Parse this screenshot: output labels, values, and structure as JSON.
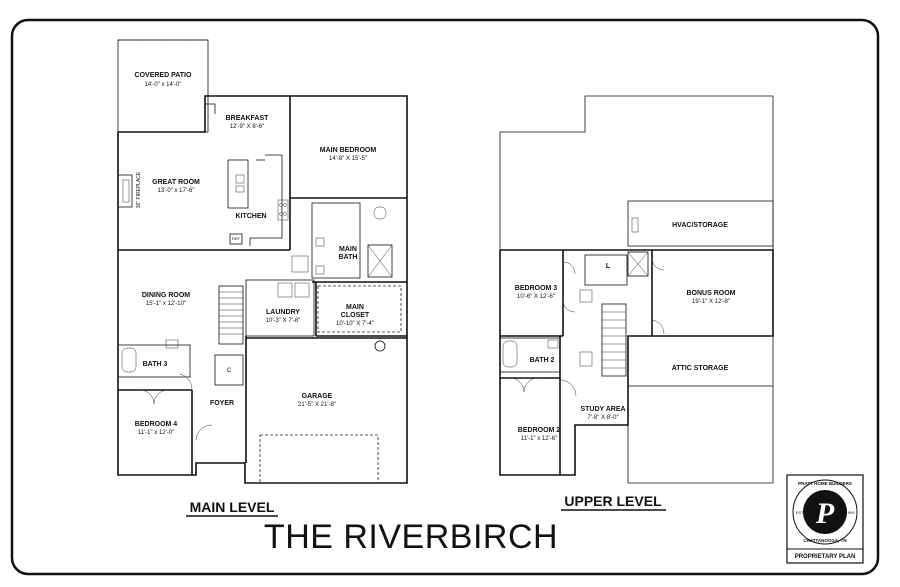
{
  "title": "THE RIVERBIRCH",
  "levels": {
    "main_label": "MAIN LEVEL",
    "upper_label": "UPPER LEVEL"
  },
  "main_rooms": {
    "covered_patio": {
      "name": "COVERED PATIO",
      "dims": "14'-0\" x 14'-0\""
    },
    "breakfast": {
      "name": "BREAKFAST",
      "dims": "12'-9\" X 8'-6\""
    },
    "main_bedroom": {
      "name": "MAIN BEDROOM",
      "dims": "14'-8\" X 15'-5\""
    },
    "great_room": {
      "name": "GREAT ROOM",
      "dims": "13'-0\" x 17'-6\""
    },
    "fireplace": {
      "name": "36\" FIREPLACE"
    },
    "kitchen": {
      "name": "KITCHEN"
    },
    "main_bath_1": {
      "name": "MAIN"
    },
    "main_bath_2": {
      "name": "BATH"
    },
    "dining_room": {
      "name": "DINING ROOM",
      "dims": "15'-1\" x 12'-10\""
    },
    "laundry": {
      "name": "LAUNDRY",
      "dims": "10'-3\" X 7'-8\""
    },
    "main_closet_1": {
      "name": "MAIN"
    },
    "main_closet_2": {
      "name": "CLOSET",
      "dims": "10'-10\" X 7'-4\""
    },
    "bath3": {
      "name": "BATH 3"
    },
    "foyer": {
      "name": "FOYER"
    },
    "garage": {
      "name": "GARAGE",
      "dims": "21'-5\" X 21'-8\""
    },
    "bedroom4": {
      "name": "BEDROOM 4",
      "dims": "11'-1\" x 12'-0\""
    },
    "closet_c": {
      "name": "C"
    },
    "ref": {
      "name": "REF"
    }
  },
  "upper_rooms": {
    "hvac": {
      "name": "HVAC/STORAGE"
    },
    "bedroom3": {
      "name": "BEDROOM 3",
      "dims": "10'-6\" X 12'-6\""
    },
    "linen": {
      "name": "L"
    },
    "bonus_room": {
      "name": "BONUS ROOM",
      "dims": "19'-1\" X 12'-8\""
    },
    "bath2": {
      "name": "BATH 2"
    },
    "attic": {
      "name": "ATTIC STORAGE"
    },
    "study": {
      "name": "STUDY AREA",
      "dims": "7'-8\" X 8'-0\""
    },
    "bedroom2": {
      "name": "BEDROOM 2",
      "dims": "11'-1\" x 12'-6\""
    }
  },
  "logo": {
    "letter": "P",
    "ring_text": "PRATT HOME BUILDERS",
    "est": "EST.",
    "year": "1999",
    "city": "CHATTANOOGA, TN",
    "caption": "PROPRIETARY PLAN"
  }
}
